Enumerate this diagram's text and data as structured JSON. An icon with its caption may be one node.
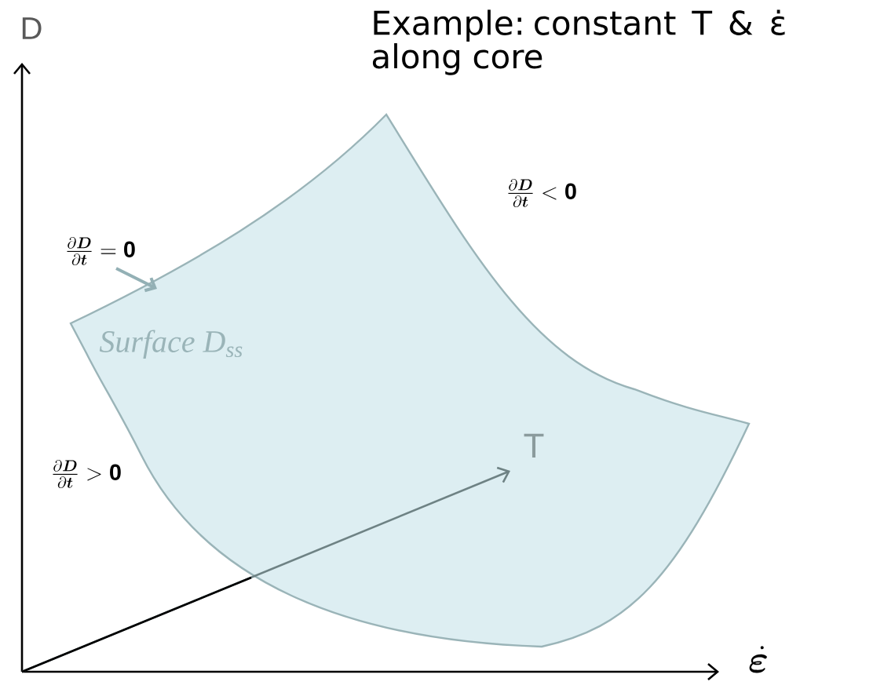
{
  "diagram": {
    "title": "Example: constant T & ε̇ along core",
    "nodes": [
      {
        "text": [
          "Surface D$_{ss}$"
        ]
      },
      {
        "text": [
          "\\frac{\\partial \\bm{D}}{\\partial \\bm{t}} = \\mathbf{0}"
        ]
      }
    ],
    "edges": [
      {
        "from": 1,
        "to": 0,
        "arrow": "to",
        "color": "#93b0b5"
      }
    ],
    "labels": [
      "D",
      "\\frac{\\partial \\bm{D}}{\\partial \\bm{t}} < \\mathbf{0}",
      "T",
      "\\frac{\\partial \\bm{D}}{\\partial \\bm{t}} > \\mathbf{0}",
      "\\dot{\\bm{\\varepsilon}}"
    ]
  }
}
